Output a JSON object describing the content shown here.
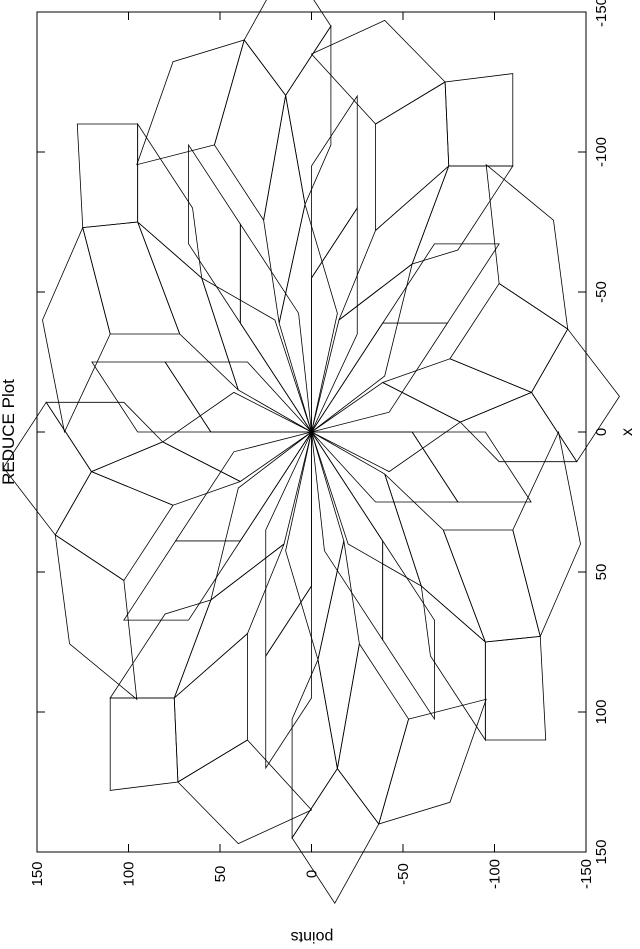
{
  "chart_data": {
    "type": "line",
    "title": "REDUCE Plot",
    "xlabel": "x",
    "ylabel": "points",
    "xlim": [
      -150,
      150
    ],
    "ylim": [
      -150,
      150
    ],
    "xticks": [
      "-150",
      "-100",
      "-50",
      "0",
      "50",
      "100",
      "150"
    ],
    "yticks": [
      "150",
      "100",
      "50",
      "0",
      "-50",
      "-100",
      "-150"
    ],
    "grid": false,
    "legend": "none",
    "rotation": "plot rotated 90 degrees clockwise on the page",
    "series": [
      {
        "values": [
          [
            0,
            0
          ],
          [
            20,
            40
          ],
          [
            60,
            55
          ],
          [
            40,
            15
          ],
          [
            0,
            0
          ]
        ]
      },
      {
        "values": [
          [
            40,
            15
          ],
          [
            60,
            55
          ],
          [
            95,
            75
          ],
          [
            72,
            35
          ],
          [
            40,
            15
          ]
        ]
      },
      {
        "values": [
          [
            72,
            35
          ],
          [
            95,
            75
          ],
          [
            125,
            73
          ],
          [
            110,
            35
          ],
          [
            72,
            35
          ]
        ]
      },
      {
        "values": [
          [
            110,
            35
          ],
          [
            125,
            73
          ],
          [
            147,
            40
          ],
          [
            135,
            0
          ],
          [
            110,
            35
          ]
        ]
      },
      {
        "values": [
          [
            60,
            55
          ],
          [
            95,
            75
          ],
          [
            95,
            110
          ],
          [
            65,
            80
          ],
          [
            60,
            55
          ]
        ]
      },
      {
        "values": [
          [
            95,
            75
          ],
          [
            125,
            73
          ],
          [
            128,
            110
          ],
          [
            95,
            110
          ],
          [
            95,
            75
          ]
        ]
      },
      {
        "values": [
          [
            0,
            0
          ],
          [
            35,
            25
          ],
          [
            80,
            25
          ],
          [
            55,
            0
          ],
          [
            0,
            0
          ]
        ]
      },
      {
        "values": [
          [
            55,
            0
          ],
          [
            80,
            25
          ],
          [
            120,
            25
          ],
          [
            95,
            0
          ],
          [
            55,
            0
          ]
        ]
      },
      {
        "values": [
          [
            0,
            0
          ],
          [
            55,
            0
          ],
          [
            0,
            0
          ]
        ]
      }
    ],
    "symmetry": "8-fold rosette tiling bounded by an ellipse"
  }
}
